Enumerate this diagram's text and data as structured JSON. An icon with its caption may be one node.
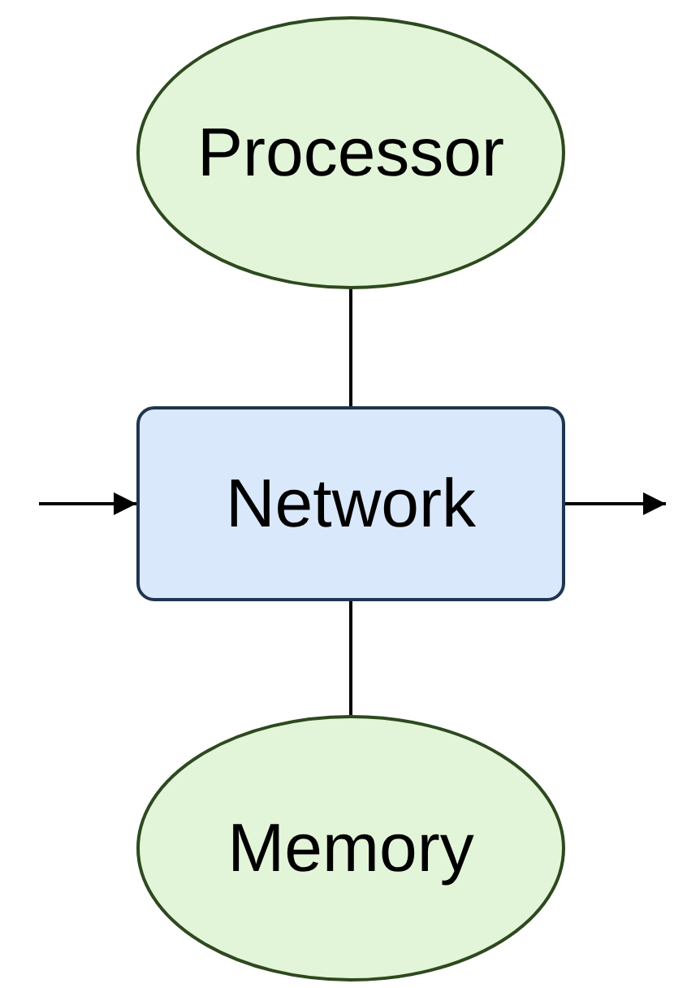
{
  "diagram": {
    "nodes": [
      {
        "text": [
          "Processor"
        ]
      },
      {
        "text": [
          "Network"
        ]
      },
      {
        "text": [
          "Memory"
        ]
      }
    ],
    "edges": [
      {
        "from": 0,
        "to": 1,
        "arrow": "none"
      },
      {
        "from": 1,
        "to": 2,
        "arrow": "none"
      },
      {
        "from": null,
        "to": 1,
        "arrow": "to"
      },
      {
        "from": 1,
        "to": null,
        "arrow": "to"
      }
    ]
  }
}
